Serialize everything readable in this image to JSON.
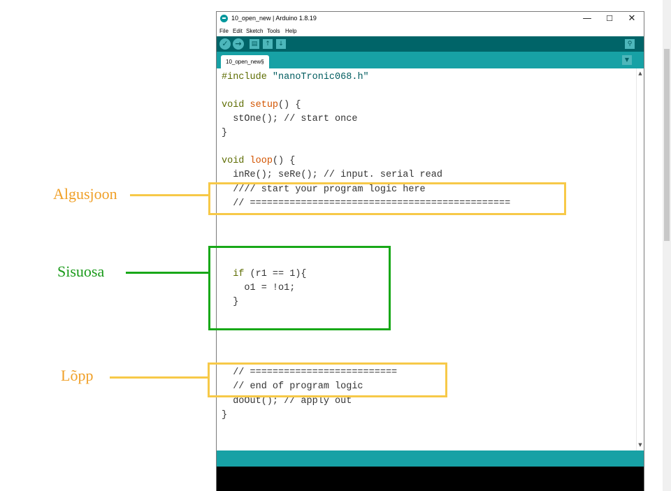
{
  "window": {
    "title": "10_open_new | Arduino 1.8.19",
    "controls": {
      "minimize": "—",
      "maximize": "☐",
      "close": "✕"
    }
  },
  "menu": [
    "File",
    "Edit",
    "Sketch",
    "Tools",
    "Help"
  ],
  "toolbar": {
    "verify_icon": "✓",
    "upload_icon": "→",
    "new_icon": "▤",
    "open_icon": "↑",
    "save_icon": "↓",
    "serial_monitor_icon": "⚲"
  },
  "tab": {
    "label": "10_open_new§",
    "menu_icon": "▼"
  },
  "code": {
    "l1_kw": "#include",
    "l1_str": "\"nanoTronic068.h\"",
    "l3_kw": "void",
    "l3_fn": "setup",
    "l3_rest": "() {",
    "l4": "  stOne(); // start once",
    "l5": "}",
    "l7_kw": "void",
    "l7_fn": "loop",
    "l7_rest": "() {",
    "l8": "  inRe(); seRe(); // input. serial read",
    "l9": "  //// start your program logic here",
    "l10": "  // ==============================================",
    "l14_pre": "  ",
    "l14_kw": "if",
    "l14_rest": " (r1 == 1){",
    "l15": "    o1 = !o1;",
    "l16": "  }",
    "l21": "  // ==========================",
    "l22": "  // end of program logic",
    "l23": "  doOut(); // apply out",
    "l24": "}"
  },
  "annotations": {
    "start": {
      "label": "Algusjoon",
      "color": "#f0a028",
      "box_color": "#f7c948"
    },
    "body": {
      "label": "Sisuosa",
      "color": "#1a9a1a",
      "box_color": "#18a818"
    },
    "end": {
      "label": "Lõpp",
      "color": "#f0a028",
      "box_color": "#f7c948"
    }
  },
  "colors": {
    "toolbar": "#006468",
    "tabbar": "#17a1a5",
    "keyword": "#5e6d03",
    "function": "#d35400",
    "string": "#005c5f"
  }
}
